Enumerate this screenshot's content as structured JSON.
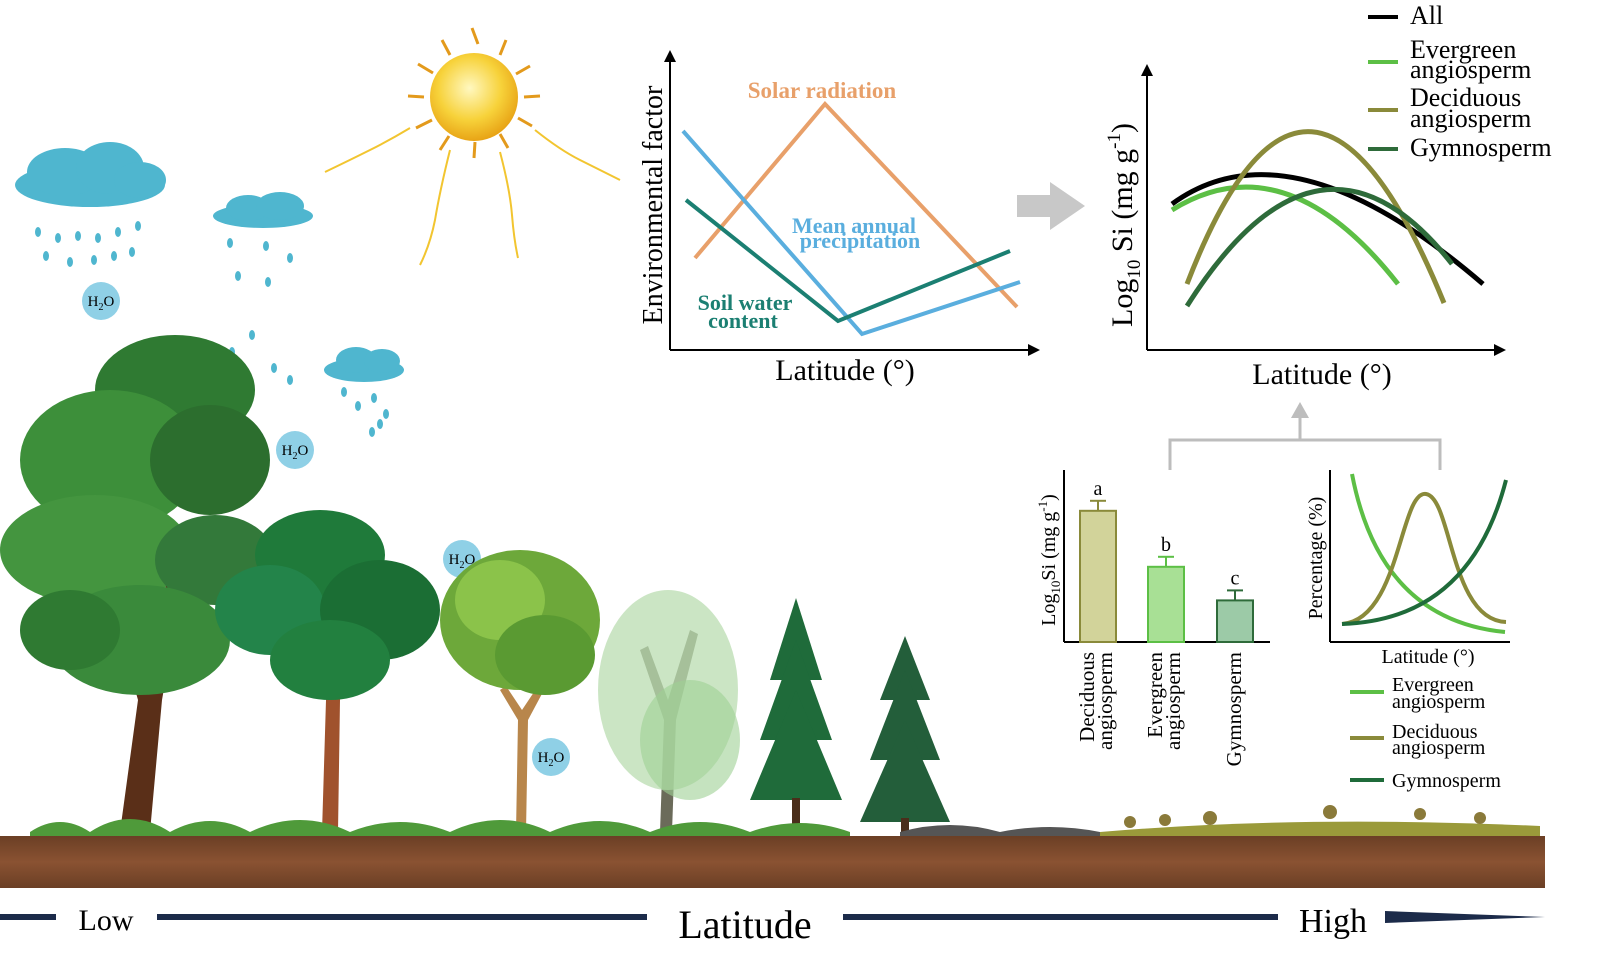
{
  "h2o_label": "H2O",
  "env_panel": {
    "ylabel": "Environmental factor",
    "xlabel": "Latitude (°)",
    "series": [
      {
        "name": "Solar radiation",
        "color": "#e8a06a"
      },
      {
        "name_line1": "Mean annual",
        "name_line2": "precipitation",
        "color": "#5aaede"
      },
      {
        "name_line1": "Soil water",
        "name_line2": "content",
        "color": "#1b7f72"
      }
    ]
  },
  "si_panel": {
    "ylabel_prefix": "Log",
    "ylabel_sub": "10",
    "ylabel_main": " Si (mg g",
    "ylabel_sup": "-1",
    "ylabel_end": ")",
    "xlabel": "Latitude (°)",
    "legend": [
      {
        "name": "All",
        "color": "#000000"
      },
      {
        "name_line1": "Evergreen",
        "name_line2": "angiosperm",
        "color": "#5cbf45"
      },
      {
        "name_line1": "Deciduous",
        "name_line2": "angiosperm",
        "color": "#8a8a3a"
      },
      {
        "name": "Gymnosperm",
        "color": "#2e6b3a"
      }
    ]
  },
  "bar_panel": {
    "ylabel_prefix": "Log",
    "ylabel_sub": "10",
    "ylabel_main": "Si (mg g",
    "ylabel_sup": "-1",
    "ylabel_end": ")",
    "bars": [
      {
        "label_line1": "Deciduous",
        "label_line2": "angiosperm",
        "letter": "a",
        "value": 0.82,
        "color": "#d2d39a",
        "edge": "#8a8a3a"
      },
      {
        "label_line1": "Evergreen",
        "label_line2": "angiosperm",
        "letter": "b",
        "value": 0.47,
        "color": "#a8e095",
        "edge": "#5cbf45"
      },
      {
        "label_line1": "Gymnosperm",
        "label_line2": "",
        "letter": "c",
        "value": 0.26,
        "color": "#9ccaa7",
        "edge": "#2e6b3a"
      }
    ]
  },
  "pct_panel": {
    "ylabel": "Percentage (%)",
    "xlabel": "Latitude (°)",
    "legend": [
      {
        "name_line1": "Evergreen",
        "name_line2": "angiosperm",
        "color": "#5cbf45"
      },
      {
        "name_line1": "Deciduous",
        "name_line2": "angiosperm",
        "color": "#8a8a3a"
      },
      {
        "name": "Gymnosperm",
        "color": "#2e6b3a"
      }
    ]
  },
  "gradient_bar": {
    "low": "Low",
    "title": "Latitude",
    "high": "High",
    "color": "#1c2b4a"
  },
  "colors": {
    "sun": "#f5c518",
    "cloud": "#4fb6cf",
    "soil": "#7a4a2e",
    "h2o_bubble": "#8fd0e6",
    "arrow_gray": "#bdbdbd"
  }
}
